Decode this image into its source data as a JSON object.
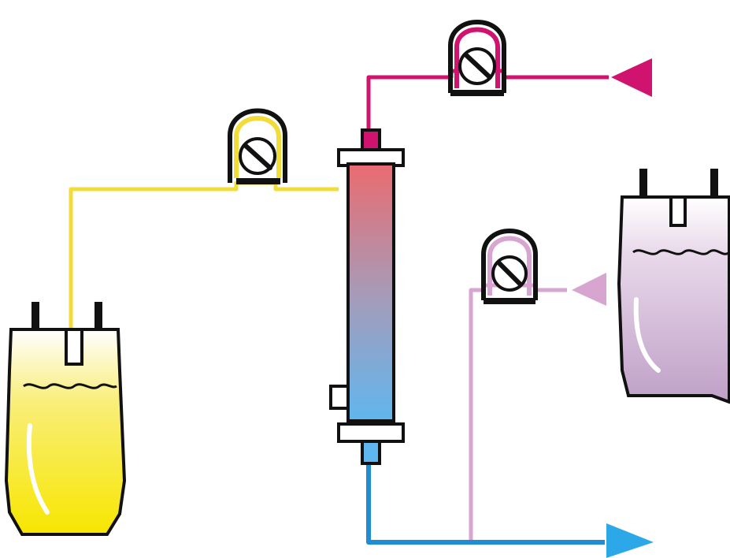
{
  "diagram": {
    "type": "dialysis-circuit",
    "colors": {
      "background": "#ffffff",
      "outline": "#111111",
      "yellow_line": "#f2dc3a",
      "yellow_fill": "#f7e600",
      "magenta_line": "#d0136e",
      "pink_line": "#d7a5cf",
      "pink_arrow": "#d7a5cf",
      "blue_line": "#1f8cd4",
      "blue_arrow": "#2ca8e8",
      "filter_top": "#ea6b70",
      "filter_bottom": "#60b6ee",
      "bag_purple": "#bfa0c7"
    },
    "components": [
      {
        "name": "source-bag",
        "icon": "iv-bag-icon",
        "fill": "yellow"
      },
      {
        "name": "dialysate-bag",
        "icon": "iv-bag-icon",
        "fill": "purple"
      },
      {
        "name": "inlet-pump",
        "icon": "peristaltic-pump-icon",
        "color": "yellow"
      },
      {
        "name": "outlet-pump",
        "icon": "peristaltic-pump-icon",
        "color": "magenta"
      },
      {
        "name": "dialysate-pump",
        "icon": "peristaltic-pump-icon",
        "color": "pink"
      },
      {
        "name": "filter-column",
        "icon": "dialyzer-icon",
        "gradient": "red-to-blue"
      },
      {
        "name": "outlet-arrow-magenta",
        "icon": "arrow-left-icon",
        "color": "magenta"
      },
      {
        "name": "inlet-arrow-pink",
        "icon": "arrow-left-icon",
        "color": "pink"
      },
      {
        "name": "outlet-arrow-blue",
        "icon": "arrow-right-icon",
        "color": "blue"
      }
    ]
  }
}
